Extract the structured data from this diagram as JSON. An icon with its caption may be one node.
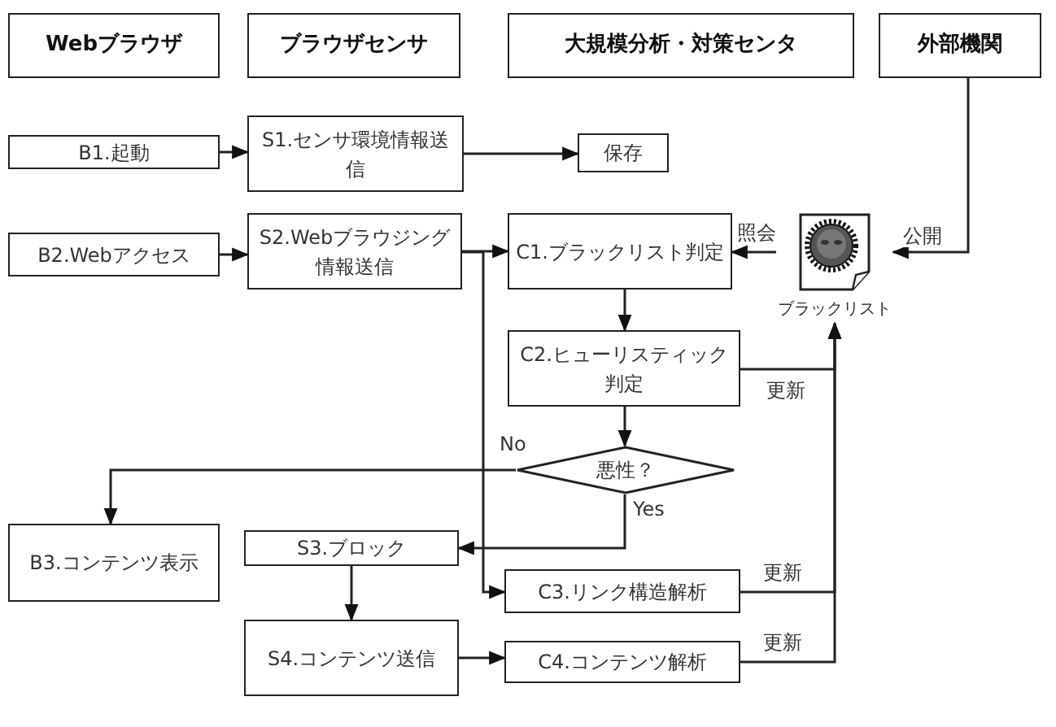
{
  "diagram": {
    "nodes": [
      {
        "text": [
          "Webブラウザ"
        ]
      },
      {
        "text": [
          "ブラウザセンサ"
        ]
      },
      {
        "text": [
          "大規模分析・対策センタ"
        ]
      },
      {
        "text": [
          "外部機関"
        ]
      },
      {
        "text": [
          "B1.起動"
        ]
      },
      {
        "text": [
          "S1.センサ環境情報送信"
        ]
      },
      {
        "text": [
          "保存"
        ]
      },
      {
        "text": [
          "B2.Webアクセス"
        ]
      },
      {
        "text": [
          "S2.Webブラウジング情報送信"
        ]
      },
      {
        "text": [
          "C1.ブラックリスト判定"
        ]
      },
      {
        "text": [],
        "shape": "picture",
        "beside": [
          "ブラックリスト"
        ]
      },
      {
        "text": [
          "C2.ヒューリスティック判定"
        ]
      },
      {
        "text": [
          "悪性？"
        ]
      },
      {
        "text": [
          "B3.コンテンツ表示"
        ]
      },
      {
        "text": [
          "S3.ブロック"
        ]
      },
      {
        "text": [
          "C3.リンク構造解析"
        ]
      },
      {
        "text": [
          "S4.コンテンツ送信"
        ]
      },
      {
        "text": [
          "C4.コンテンツ解析"
        ]
      }
    ],
    "edges": [
      {
        "from": 4,
        "to": 5,
        "arrow": "to"
      },
      {
        "from": 5,
        "to": 6,
        "arrow": "to"
      },
      {
        "from": 7,
        "to": 8,
        "arrow": "to"
      },
      {
        "from": 8,
        "to": 9,
        "arrow": "to"
      },
      {
        "from": 8,
        "to": 15,
        "arrow": "to"
      },
      {
        "from": 3,
        "to": 10,
        "arrow": "to",
        "label": "公開"
      },
      {
        "from": 10,
        "to": 9,
        "arrow": "to",
        "label": "照会"
      },
      {
        "from": 9,
        "to": 11,
        "arrow": "to"
      },
      {
        "from": 11,
        "to": 12,
        "arrow": "to"
      },
      {
        "from": 12,
        "to": 13,
        "arrow": "to",
        "label": "No"
      },
      {
        "from": 12,
        "to": 14,
        "arrow": "to",
        "label": "Yes"
      },
      {
        "from": 14,
        "to": 16,
        "arrow": "to"
      },
      {
        "from": 16,
        "to": 17,
        "arrow": "to"
      },
      {
        "from": 11,
        "to": 10,
        "arrow": "to",
        "label": "更新"
      },
      {
        "from": 15,
        "to": 10,
        "arrow": "to",
        "label": "更新"
      },
      {
        "from": 17,
        "to": 10,
        "arrow": "to",
        "label": "更新"
      }
    ]
  }
}
